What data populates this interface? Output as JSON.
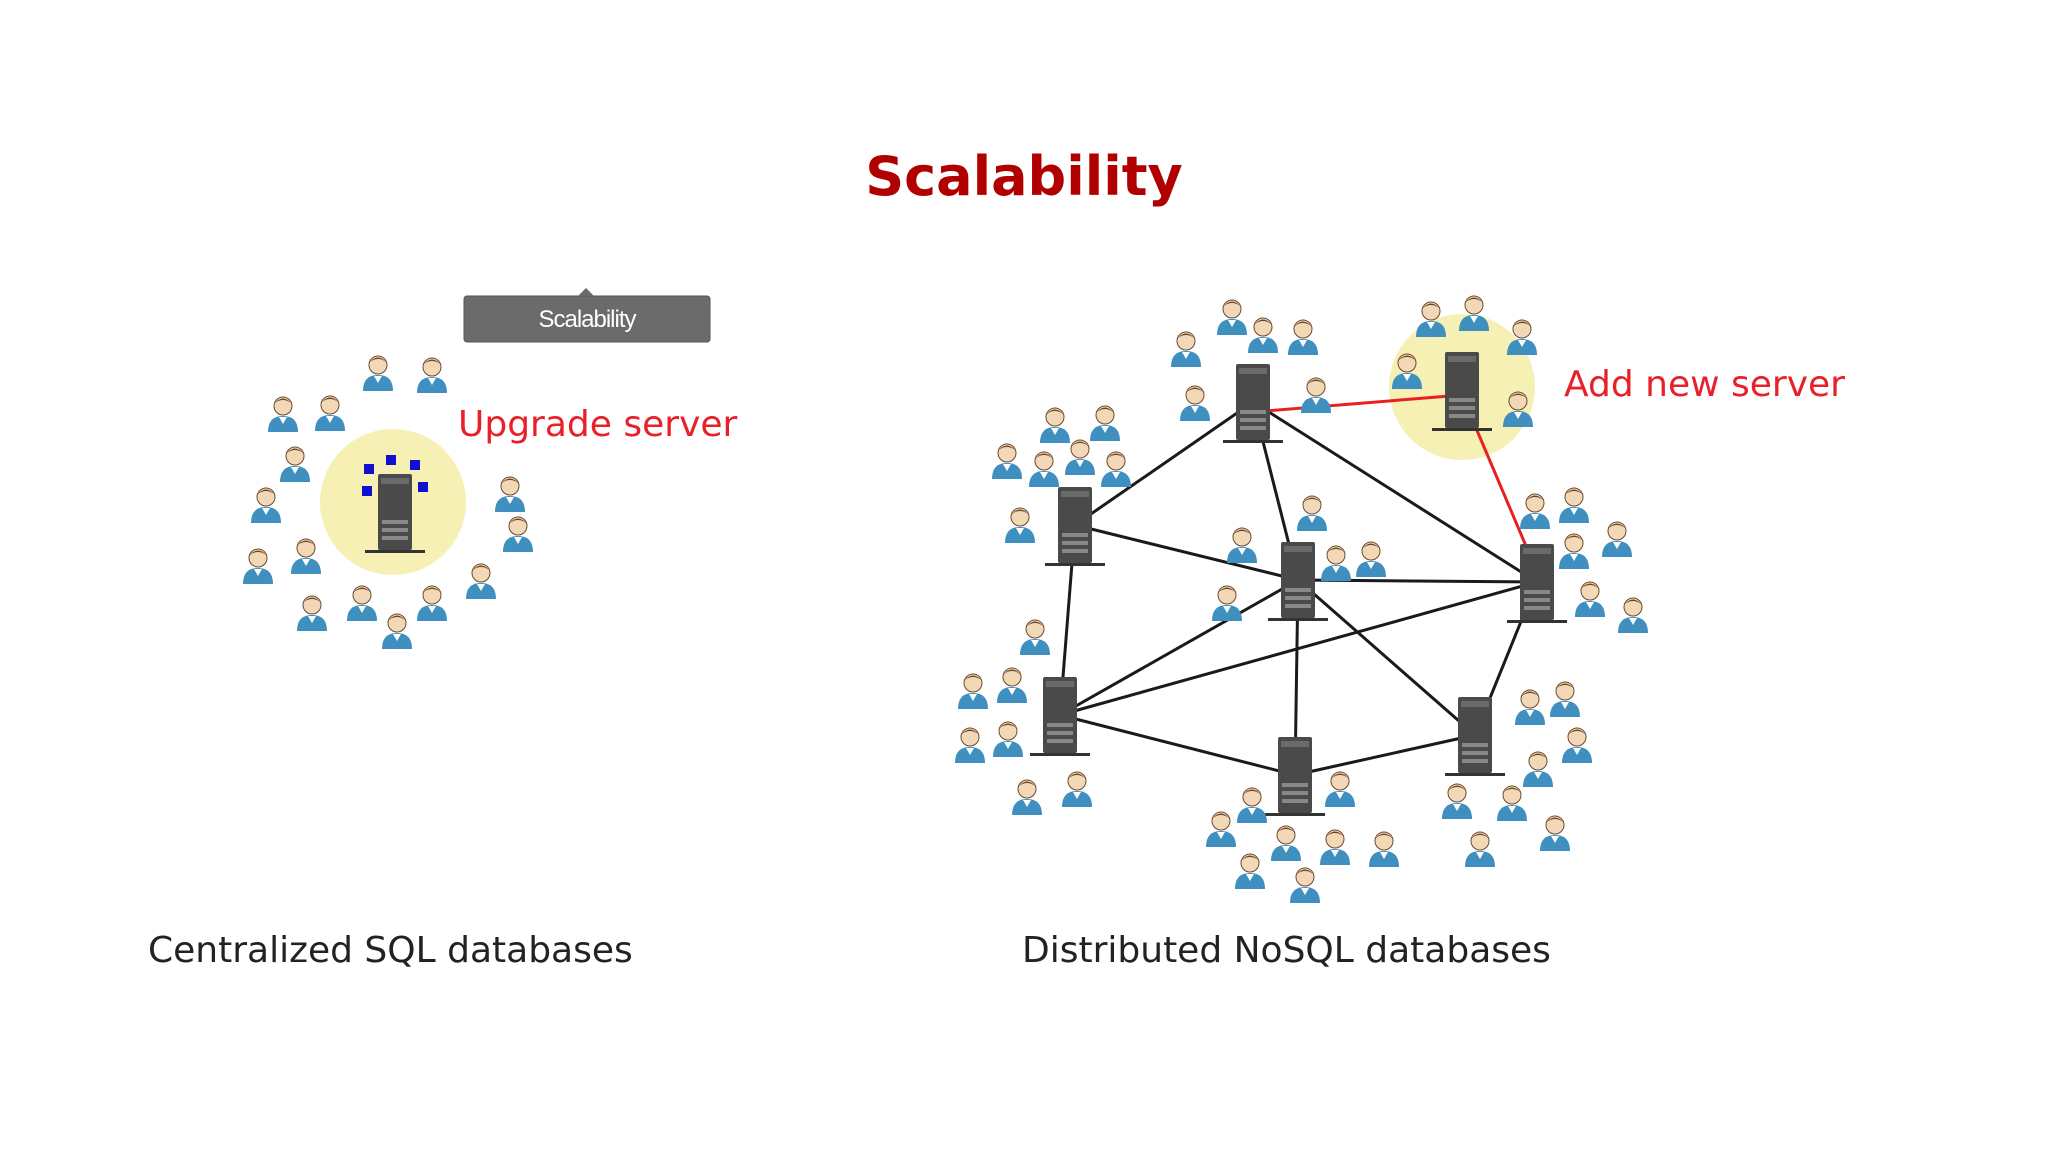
{
  "title": "Scalability",
  "tooltip": "Scalability",
  "left_panel": {
    "annotation": "Upgrade server",
    "caption": "Centralized SQL databases"
  },
  "right_panel": {
    "annotation": "Add new server",
    "caption": "Distributed NoSQL databases"
  },
  "colors": {
    "title": "#b00000",
    "annotation": "#e8202a",
    "caption": "#222222",
    "server_body": "#4a4a4a",
    "halo": "#f6f0b4",
    "user_body": "#3f8fc0",
    "user_head": "#f3d8b8",
    "upgrade_dots": "#1010d0",
    "link": "#1a1a1a",
    "new_link": "#e82020",
    "tooltip_bg": "#6b6b6b"
  },
  "icons": [
    "server-icon",
    "user-icon",
    "upgrade-indicator-icon"
  ]
}
